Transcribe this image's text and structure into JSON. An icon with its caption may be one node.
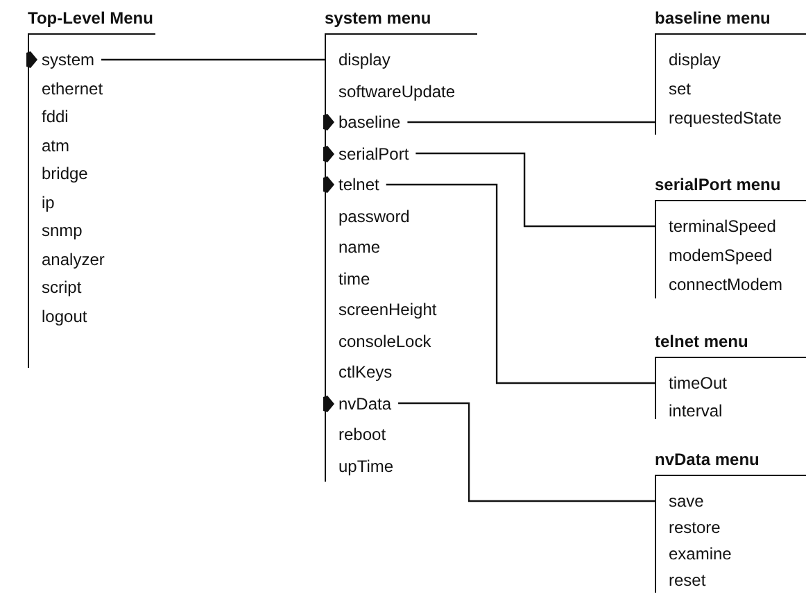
{
  "diagram": {
    "nodes": [
      {
        "text": [
          "Top-Level Menu"
        ]
      },
      {
        "text": [
          "system"
        ],
        "in": 0
      },
      {
        "text": [
          "ethernet"
        ],
        "in": 0
      },
      {
        "text": [
          "fddi"
        ],
        "in": 0
      },
      {
        "text": [
          "atm"
        ],
        "in": 0
      },
      {
        "text": [
          "bridge"
        ],
        "in": 0
      },
      {
        "text": [
          "ip"
        ],
        "in": 0
      },
      {
        "text": [
          "snmp"
        ],
        "in": 0
      },
      {
        "text": [
          "analyzer"
        ],
        "in": 0
      },
      {
        "text": [
          "script"
        ],
        "in": 0
      },
      {
        "text": [
          "logout"
        ],
        "in": 0
      },
      {
        "text": [
          "system menu"
        ]
      },
      {
        "text": [
          "display"
        ],
        "in": 11
      },
      {
        "text": [
          "softwareUpdate"
        ],
        "in": 11
      },
      {
        "text": [
          "baseline"
        ],
        "in": 11
      },
      {
        "text": [
          "serialPort"
        ],
        "in": 11
      },
      {
        "text": [
          "telnet"
        ],
        "in": 11
      },
      {
        "text": [
          "password"
        ],
        "in": 11
      },
      {
        "text": [
          "name"
        ],
        "in": 11
      },
      {
        "text": [
          "time"
        ],
        "in": 11
      },
      {
        "text": [
          "screenHeight"
        ],
        "in": 11
      },
      {
        "text": [
          "consoleLock"
        ],
        "in": 11
      },
      {
        "text": [
          "ctlKeys"
        ],
        "in": 11
      },
      {
        "text": [
          "nvData"
        ],
        "in": 11
      },
      {
        "text": [
          "reboot"
        ],
        "in": 11
      },
      {
        "text": [
          "upTime"
        ],
        "in": 11
      },
      {
        "text": [
          "baseline menu"
        ]
      },
      {
        "text": [
          "display"
        ],
        "in": 26
      },
      {
        "text": [
          "set"
        ],
        "in": 26
      },
      {
        "text": [
          "requestedState"
        ],
        "in": 26
      },
      {
        "text": [
          "serialPort menu"
        ]
      },
      {
        "text": [
          "terminalSpeed"
        ],
        "in": 30
      },
      {
        "text": [
          "modemSpeed"
        ],
        "in": 30
      },
      {
        "text": [
          "connectModem"
        ],
        "in": 30
      },
      {
        "text": [
          "telnet menu"
        ]
      },
      {
        "text": [
          "timeOut"
        ],
        "in": 34
      },
      {
        "text": [
          "interval"
        ],
        "in": 34
      },
      {
        "text": [
          "nvData menu"
        ]
      },
      {
        "text": [
          "save"
        ],
        "in": 37
      },
      {
        "text": [
          "restore"
        ],
        "in": 37
      },
      {
        "text": [
          "examine"
        ],
        "in": 37
      },
      {
        "text": [
          "reset"
        ],
        "in": 37
      }
    ],
    "edges": [
      {
        "from": 1,
        "to": 11,
        "arrow": "none"
      },
      {
        "from": 14,
        "to": 26,
        "arrow": "none"
      },
      {
        "from": 15,
        "to": 30,
        "arrow": "none"
      },
      {
        "from": 16,
        "to": 34,
        "arrow": "none"
      },
      {
        "from": 23,
        "to": 37,
        "arrow": "none"
      }
    ]
  }
}
